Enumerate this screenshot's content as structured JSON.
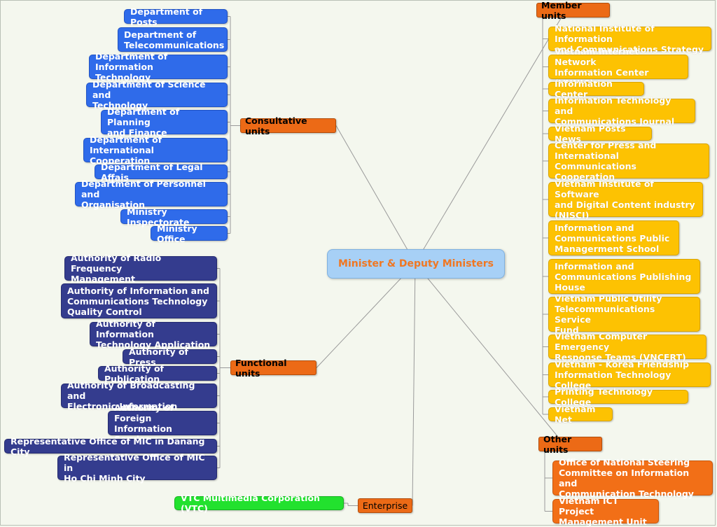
{
  "center": {
    "label": "Minister & Deputy Ministers"
  },
  "consultative": {
    "label": "Consultative units",
    "items": [
      "Department of Posts",
      "Department of\nTelecommunications",
      "Department of Information\nTechnology",
      "Department of Science and\nTechnology",
      "Department of Planning\nand Finance",
      "Department of International\nCooperation",
      "Department of Legal Affais",
      "Department of Personnel and\nOrganisation",
      "Ministry Inspectorate",
      "Ministry Office"
    ]
  },
  "functional": {
    "label": "Functional units",
    "items": [
      "Authority of Radio Frequency\nManagement",
      "Authority of Information and\nCommunications Technology\nQuality Control",
      "Authority of Information\nTechnology Application",
      "Authority of Press",
      "Authority of Publication",
      "Authority of Broadcasting and\nElectronic Information",
      "Authority of Foreign\nInformation Service",
      "Representative Office of MIC in Danang City",
      "Representative Office of MIC in\nHo Chi Minh City"
    ]
  },
  "enterprise": {
    "label": "Enterprise",
    "items": [
      "VTC Multimedia Corporation (VTC)"
    ]
  },
  "member": {
    "label": "Member units",
    "items": [
      "National Institute of Information\nand Communications Strategy",
      "Vietnam Internet Network\nInformation Center (VNNIC)",
      "Information Center",
      "Information Technology and\nCommunications Journal",
      "Vietnam Posts News",
      "Center for Press and\nInternational Communications\nCooperation",
      "Vietnam Institute of Software\nand Digital Content industry\n(NISCI)",
      "Information and\nCommunications Public\nManagerment School",
      "Information and\nCommunications Publishing\nHouse",
      "Vietnam Public Utility\nTelecommunications Service\nFund",
      "Vietnam Computer Emergency\nResponse Teams (VNCERT)",
      "Vietnam - Korea Friendship\nInformation Technology College",
      "Printing Technology College",
      "Vietnam Net"
    ]
  },
  "other": {
    "label": "Other units",
    "items": [
      "Office of National Steering\nCommittee on Information and\nCommunication Technology",
      "Vietnam ICT Project\nManagement Unit"
    ]
  },
  "colors": {
    "consultative_leaf": "#2f6bea",
    "functional_leaf": "#343c8e",
    "member_leaf": "#fdc202",
    "other_leaf": "#f26f17",
    "enterprise_leaf": "#22e12e",
    "branch": "#ec6a16",
    "center": "#a7d0f6",
    "center_text": "#f07722"
  }
}
